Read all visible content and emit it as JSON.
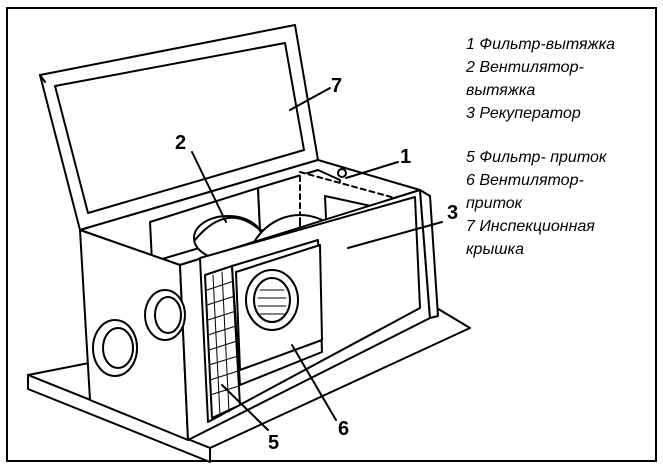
{
  "callouts": {
    "n1": "1",
    "n2": "2",
    "n3": "3",
    "n5": "5",
    "n6": "6",
    "n7": "7"
  },
  "legend": {
    "group1": [
      "1 Фильтр-вытяжка",
      "2 Вентилятор-",
      "вытяжка",
      "3 Рекуператор"
    ],
    "group2": [
      "5 Фильтр- приток",
      "6 Вентилятор-",
      "приток",
      "7 Инспекционная",
      "крышка"
    ]
  }
}
